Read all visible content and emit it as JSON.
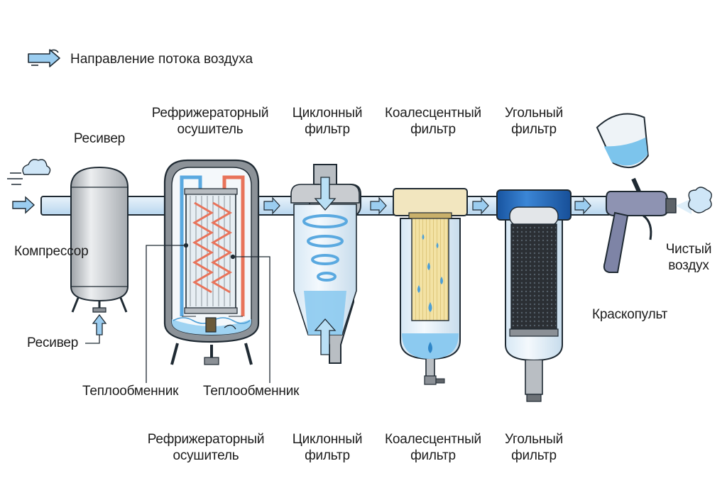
{
  "legend": {
    "icon": "airflow-arrow-icon",
    "text": "Направление потока воздуха"
  },
  "top_labels": {
    "receiver": "Ресивер",
    "dryer": [
      "Рефрижераторный",
      "осушитель"
    ],
    "cyclone": [
      "Циклонный",
      "фильтр"
    ],
    "coalescent": [
      "Коалесцентный",
      "фильтр"
    ],
    "carbon": [
      "Угольный",
      "фильтр"
    ]
  },
  "side_labels": {
    "compressor": "Компрессор",
    "receiver_bottom": "Ресивер",
    "heat_exchanger_left": "Теплообменник",
    "heat_exchanger_right": "Теплообменник",
    "spray_gun": "Краскопульт",
    "clean_air": [
      "Чистый",
      "воздух"
    ]
  },
  "bottom_labels": {
    "dryer": [
      "Рефрижераторный",
      "осушитель"
    ],
    "cyclone": [
      "Циклонный",
      "фильтр"
    ],
    "coalescent": [
      "Коалесцентный",
      "фильтр"
    ],
    "carbon": [
      "Угольный",
      "фильтр"
    ]
  },
  "colors": {
    "pipe": "#cfe3f3",
    "outline": "#1f2a33",
    "water": "#7cc4ec",
    "steel": "#c9ccd0",
    "cold_coil": "#5aa9e0",
    "hot_coil": "#e8735a",
    "carbon_body": "#1d62b4",
    "filter_media": "#f2d98a"
  }
}
